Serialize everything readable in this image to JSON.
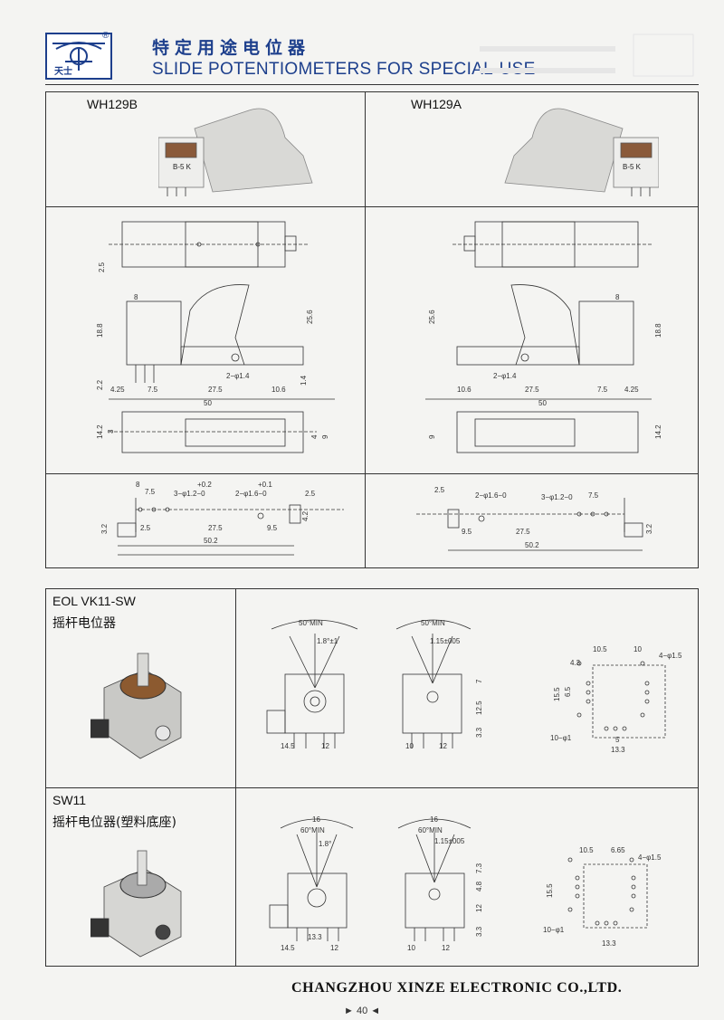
{
  "header": {
    "title_cn": "特定用途电位器",
    "title_en": "SLIDE POTENTIOMETERS FOR SPECIAL-USE",
    "logo_text": "天士",
    "logo_mark": "®"
  },
  "top_models": {
    "left": "WH129B",
    "right": "WH129A"
  },
  "bottom_models": {
    "a": {
      "model": "EOL VK11-SW",
      "cn": "摇杆电位器"
    },
    "b": {
      "model": "SW11",
      "cn": "摇杆电位器(塑料底座)"
    }
  },
  "product_label": "B-5 K",
  "dims_left": {
    "d8": "8",
    "d18_8": "18.8",
    "d25_6": "25.6",
    "d2_5": "2.5",
    "d2_2": "2.2",
    "d4_25": "4.25",
    "d7_5": "7.5",
    "d27_5": "27.5",
    "d10_6": "10.6",
    "d50": "50",
    "d1_4": "1.4",
    "holes": "2−φ1.4",
    "d14_2": "14.2",
    "d4": "4",
    "d9": "9",
    "d3": "3",
    "pcb_h1": "3−φ1.2−0",
    "pcb_tol1": "+0.2",
    "pcb_h2": "2−φ1.6−0",
    "pcb_tol2": "+0.1",
    "d3_2": "3.2",
    "d9_5": "9.5",
    "d4_2": "4.2",
    "d50_2": "50.2"
  },
  "joystick_dims": {
    "a50min": "50°MIN",
    "a1": "1.8°±1",
    "a2": "1.15±005",
    "d14_5": "14.5",
    "d12": "12",
    "d10": "10",
    "d7": "7",
    "d12_5": "12.5",
    "d3_3": "3.3",
    "d10_5": "10.5",
    "d4_1_5": "4−φ1.5",
    "d4_3": "4.3",
    "d15_5": "15.5",
    "d6_5": "6.5",
    "d10_1": "10−φ1",
    "d13_3": "13.3",
    "d5": "5",
    "a60min": "60°MIN",
    "d16": "16",
    "a1_8": "1.8°",
    "d4_8": "4.8",
    "d7_3": "7.3",
    "d6_65": "6.65"
  },
  "footer": {
    "company": "CHANGZHOU XINZE ELECTRONIC CO.,LTD.",
    "page": "40"
  }
}
